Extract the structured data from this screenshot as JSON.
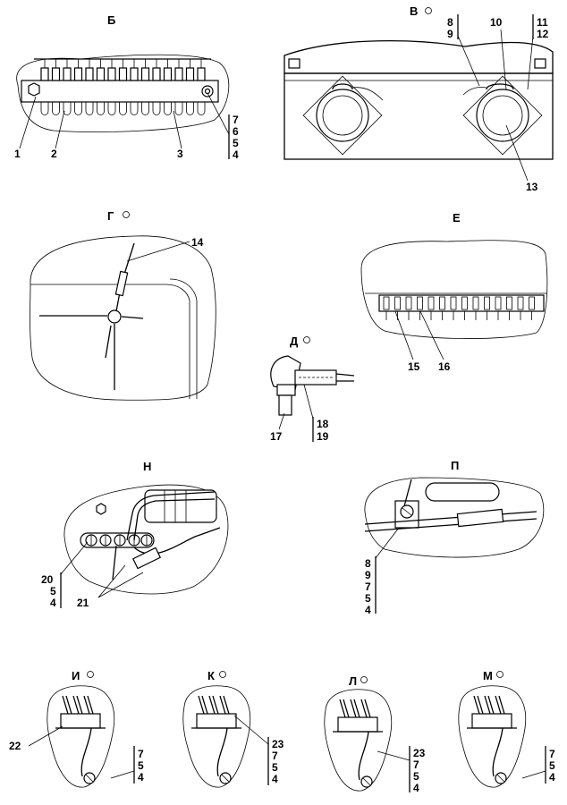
{
  "views": {
    "b": {
      "title": "Б",
      "callouts": [
        "1",
        "2",
        "3"
      ],
      "stack": [
        "7",
        "6",
        "5",
        "4"
      ]
    },
    "v": {
      "title": "В",
      "stack_a": [
        "8",
        "9"
      ],
      "callout_10": "10",
      "stack_b": [
        "11",
        "12"
      ],
      "callout_13": "13"
    },
    "g": {
      "title": "Г",
      "callout": "14"
    },
    "e": {
      "title": "Е",
      "callouts": [
        "15",
        "16"
      ]
    },
    "d": {
      "title": "Д",
      "callout": "17",
      "stack": [
        "18",
        "19"
      ]
    },
    "n": {
      "title": "Н",
      "stack": [
        "20",
        "5",
        "4"
      ],
      "callout": "21"
    },
    "p": {
      "title": "П",
      "stack": [
        "8",
        "9",
        "7",
        "5",
        "4"
      ]
    },
    "i": {
      "title": "И",
      "callout": "22",
      "stack": [
        "7",
        "5",
        "4"
      ]
    },
    "k": {
      "title": "К",
      "stack": [
        "23",
        "7",
        "5",
        "4"
      ]
    },
    "l": {
      "title": "Л",
      "stack": [
        "23",
        "7",
        "5",
        "4"
      ]
    },
    "m": {
      "title": "М",
      "stack": [
        "7",
        "5",
        "4"
      ]
    }
  }
}
